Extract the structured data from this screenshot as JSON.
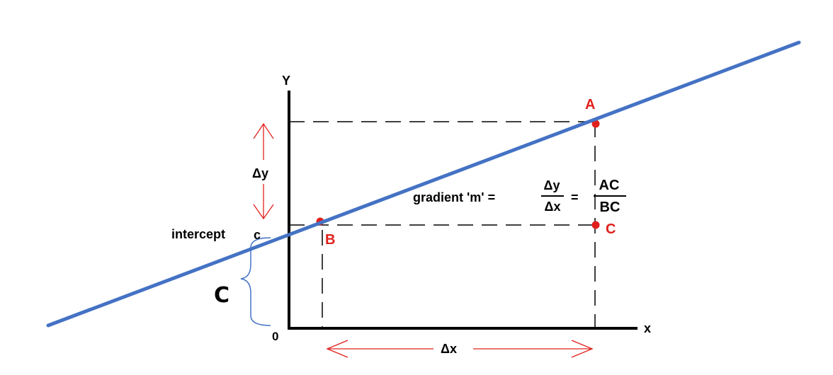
{
  "diagram": {
    "axes": {
      "y_label": "Y",
      "x_label": "x",
      "origin_label": "0"
    },
    "points": {
      "a": "A",
      "b": "B",
      "c": "C"
    },
    "intercept": {
      "label": "intercept",
      "symbol": "c"
    },
    "delta_y_label": "Δy",
    "delta_x_label": "Δx",
    "gradient": {
      "prefix": "gradient 'm' =",
      "frac1_num": "Δy",
      "frac1_den": "Δx",
      "equals": "=",
      "frac2_num": "AC",
      "frac2_den": "BC"
    },
    "brace_label": "C",
    "colors": {
      "line": "#4472c4",
      "axes": "#000000",
      "annotation": "#e0201c",
      "brace": "#4472c4"
    }
  }
}
